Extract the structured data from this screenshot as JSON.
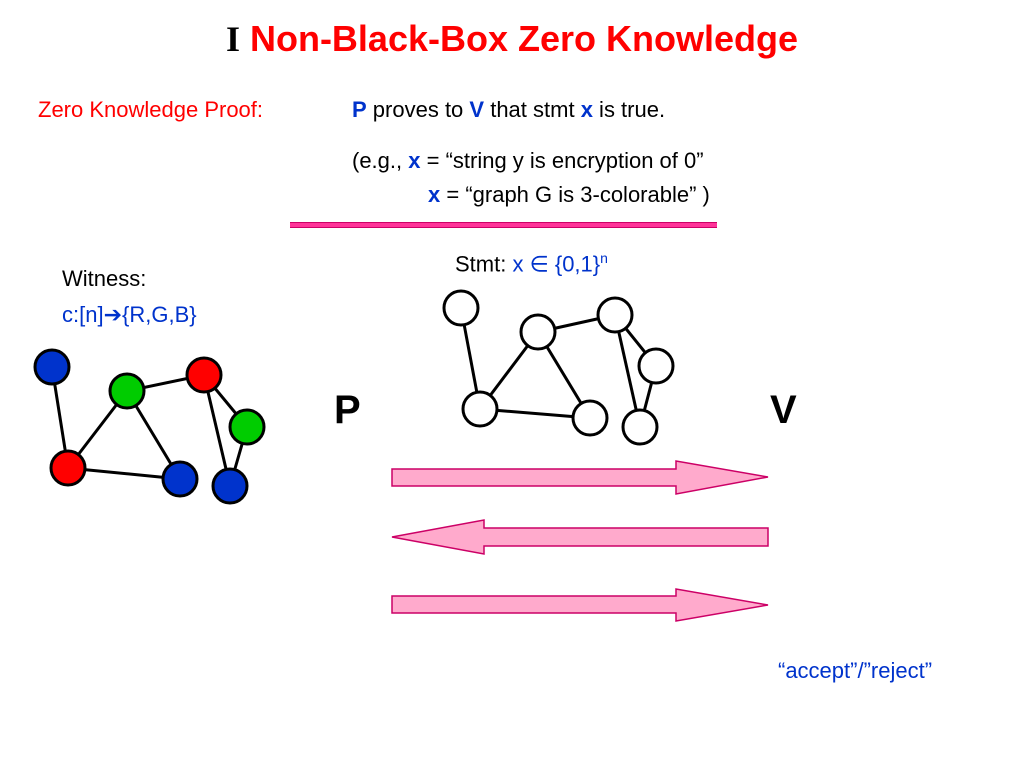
{
  "title": {
    "number": "I",
    "text": "Non-Black-Box Zero Knowledge"
  },
  "zkp": {
    "label": "Zero Knowledge Proof:",
    "p": "P",
    "proves_to": " proves to ",
    "v": "V",
    "that_stmt": " that stmt ",
    "x": "x",
    "is_true": " is true."
  },
  "example": {
    "open": "(e.g., ",
    "x1": "x",
    "line1_rest": " = “string y is encryption of 0”",
    "x2": "x",
    "line2_rest": " = “graph G is 3-colorable” )"
  },
  "witness": {
    "label": "Witness:",
    "map_prefix": "c:[n]",
    "arrow": "➔",
    "map_suffix": "{R,G,B}"
  },
  "stmt": {
    "label": "Stmt: ",
    "expr": "x ∈ {0,1}",
    "sup": "n"
  },
  "parties": {
    "prover": "P",
    "verifier": "V"
  },
  "result": "“accept”/”reject”",
  "colors": {
    "red": "#ff0000",
    "green": "#00cc00",
    "blue": "#0033cc",
    "arrow_fill": "#ffaacc",
    "arrow_stroke": "#cc0066",
    "rule": "#ff3399"
  },
  "colored_graph": {
    "nodes": [
      "blue",
      "green",
      "red",
      "green",
      "red",
      "blue",
      "blue"
    ]
  },
  "messages": [
    "P->V",
    "V->P",
    "P->V"
  ]
}
